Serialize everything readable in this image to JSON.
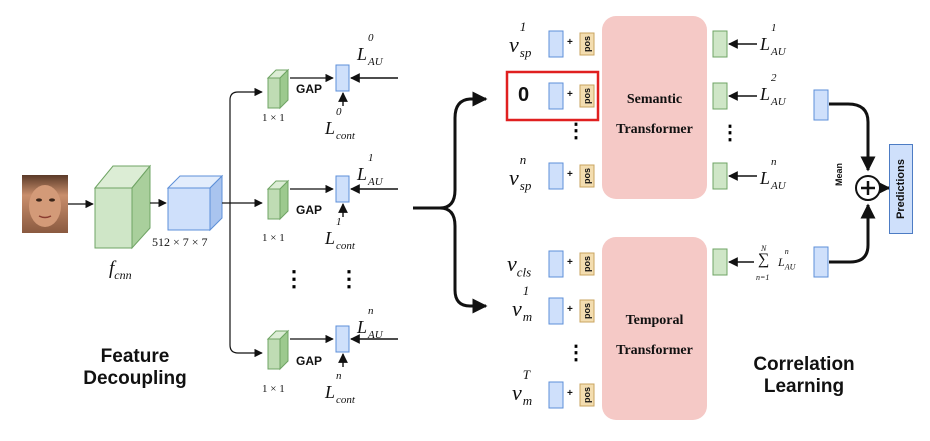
{
  "left_panel": {
    "title_line1": "Feature",
    "title_line2": "Decoupling",
    "cnn": {
      "base": "f",
      "sub": "cnn"
    },
    "feature_shape": "512 × 7 × 7",
    "conv_size": "1 × 1",
    "gap": "GAP",
    "dots": "⋮",
    "l_au": {
      "base": "L",
      "sub": "AU",
      "sups": [
        "0",
        "1",
        "n"
      ]
    },
    "l_cont": {
      "base": "L",
      "sub": "cont",
      "sups": [
        "0",
        "1",
        "n"
      ]
    }
  },
  "right_panel": {
    "title_line1": "Correlation",
    "title_line2": "Learning",
    "semantic_line1": "Semantic",
    "semantic_line2": "Transformer",
    "temporal_line1": "Temporal",
    "temporal_line2": "Transformer",
    "pos": "pos",
    "plus": "+",
    "zero": "0",
    "dots": "⋮",
    "v_sp": {
      "base": "v",
      "sub": "sp",
      "sups": [
        "1",
        "n"
      ]
    },
    "v_cls": {
      "base": "v",
      "sub": "cls"
    },
    "v_m": {
      "base": "v",
      "sub": "m",
      "sups": [
        "1",
        "T"
      ]
    },
    "l_au": {
      "base": "L",
      "sub": "AU",
      "sups": [
        "1",
        "2",
        "n"
      ]
    },
    "sum_expr": {
      "sigma": "∑",
      "top": "N",
      "bottom": "n=1",
      "term_base": "L",
      "term_sup": "n",
      "term_sub": "AU"
    },
    "mean": "Mean",
    "oplus": "+",
    "predictions": "Predictions"
  },
  "colors": {
    "panel_bg": "#f7f5e8",
    "panel_border": "#7a7a7a",
    "green_fill": "#cfe6c7",
    "green_stroke": "#6fa464",
    "blue_fill": "#cfe0fb",
    "blue_stroke": "#5d8fd8",
    "pink": "#f5c9c6",
    "pos_fill": "#f3ddb0",
    "highlight_red": "#e02020"
  }
}
